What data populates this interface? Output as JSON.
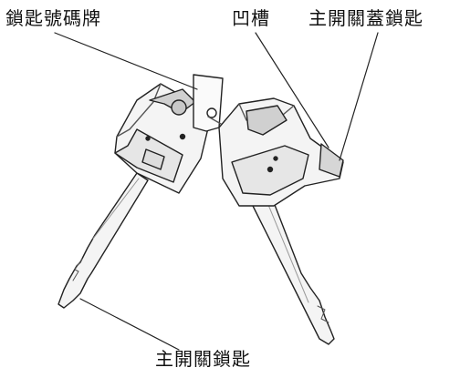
{
  "labels": {
    "tag": "鎖匙號碼牌",
    "notch": "凹槽",
    "cover_key": "主開關蓋鎖匙",
    "main_key": "主開關鎖匙"
  },
  "colors": {
    "line": "#222222",
    "key_fill": "#f4f4f4",
    "shade": "#c8c8c8"
  }
}
